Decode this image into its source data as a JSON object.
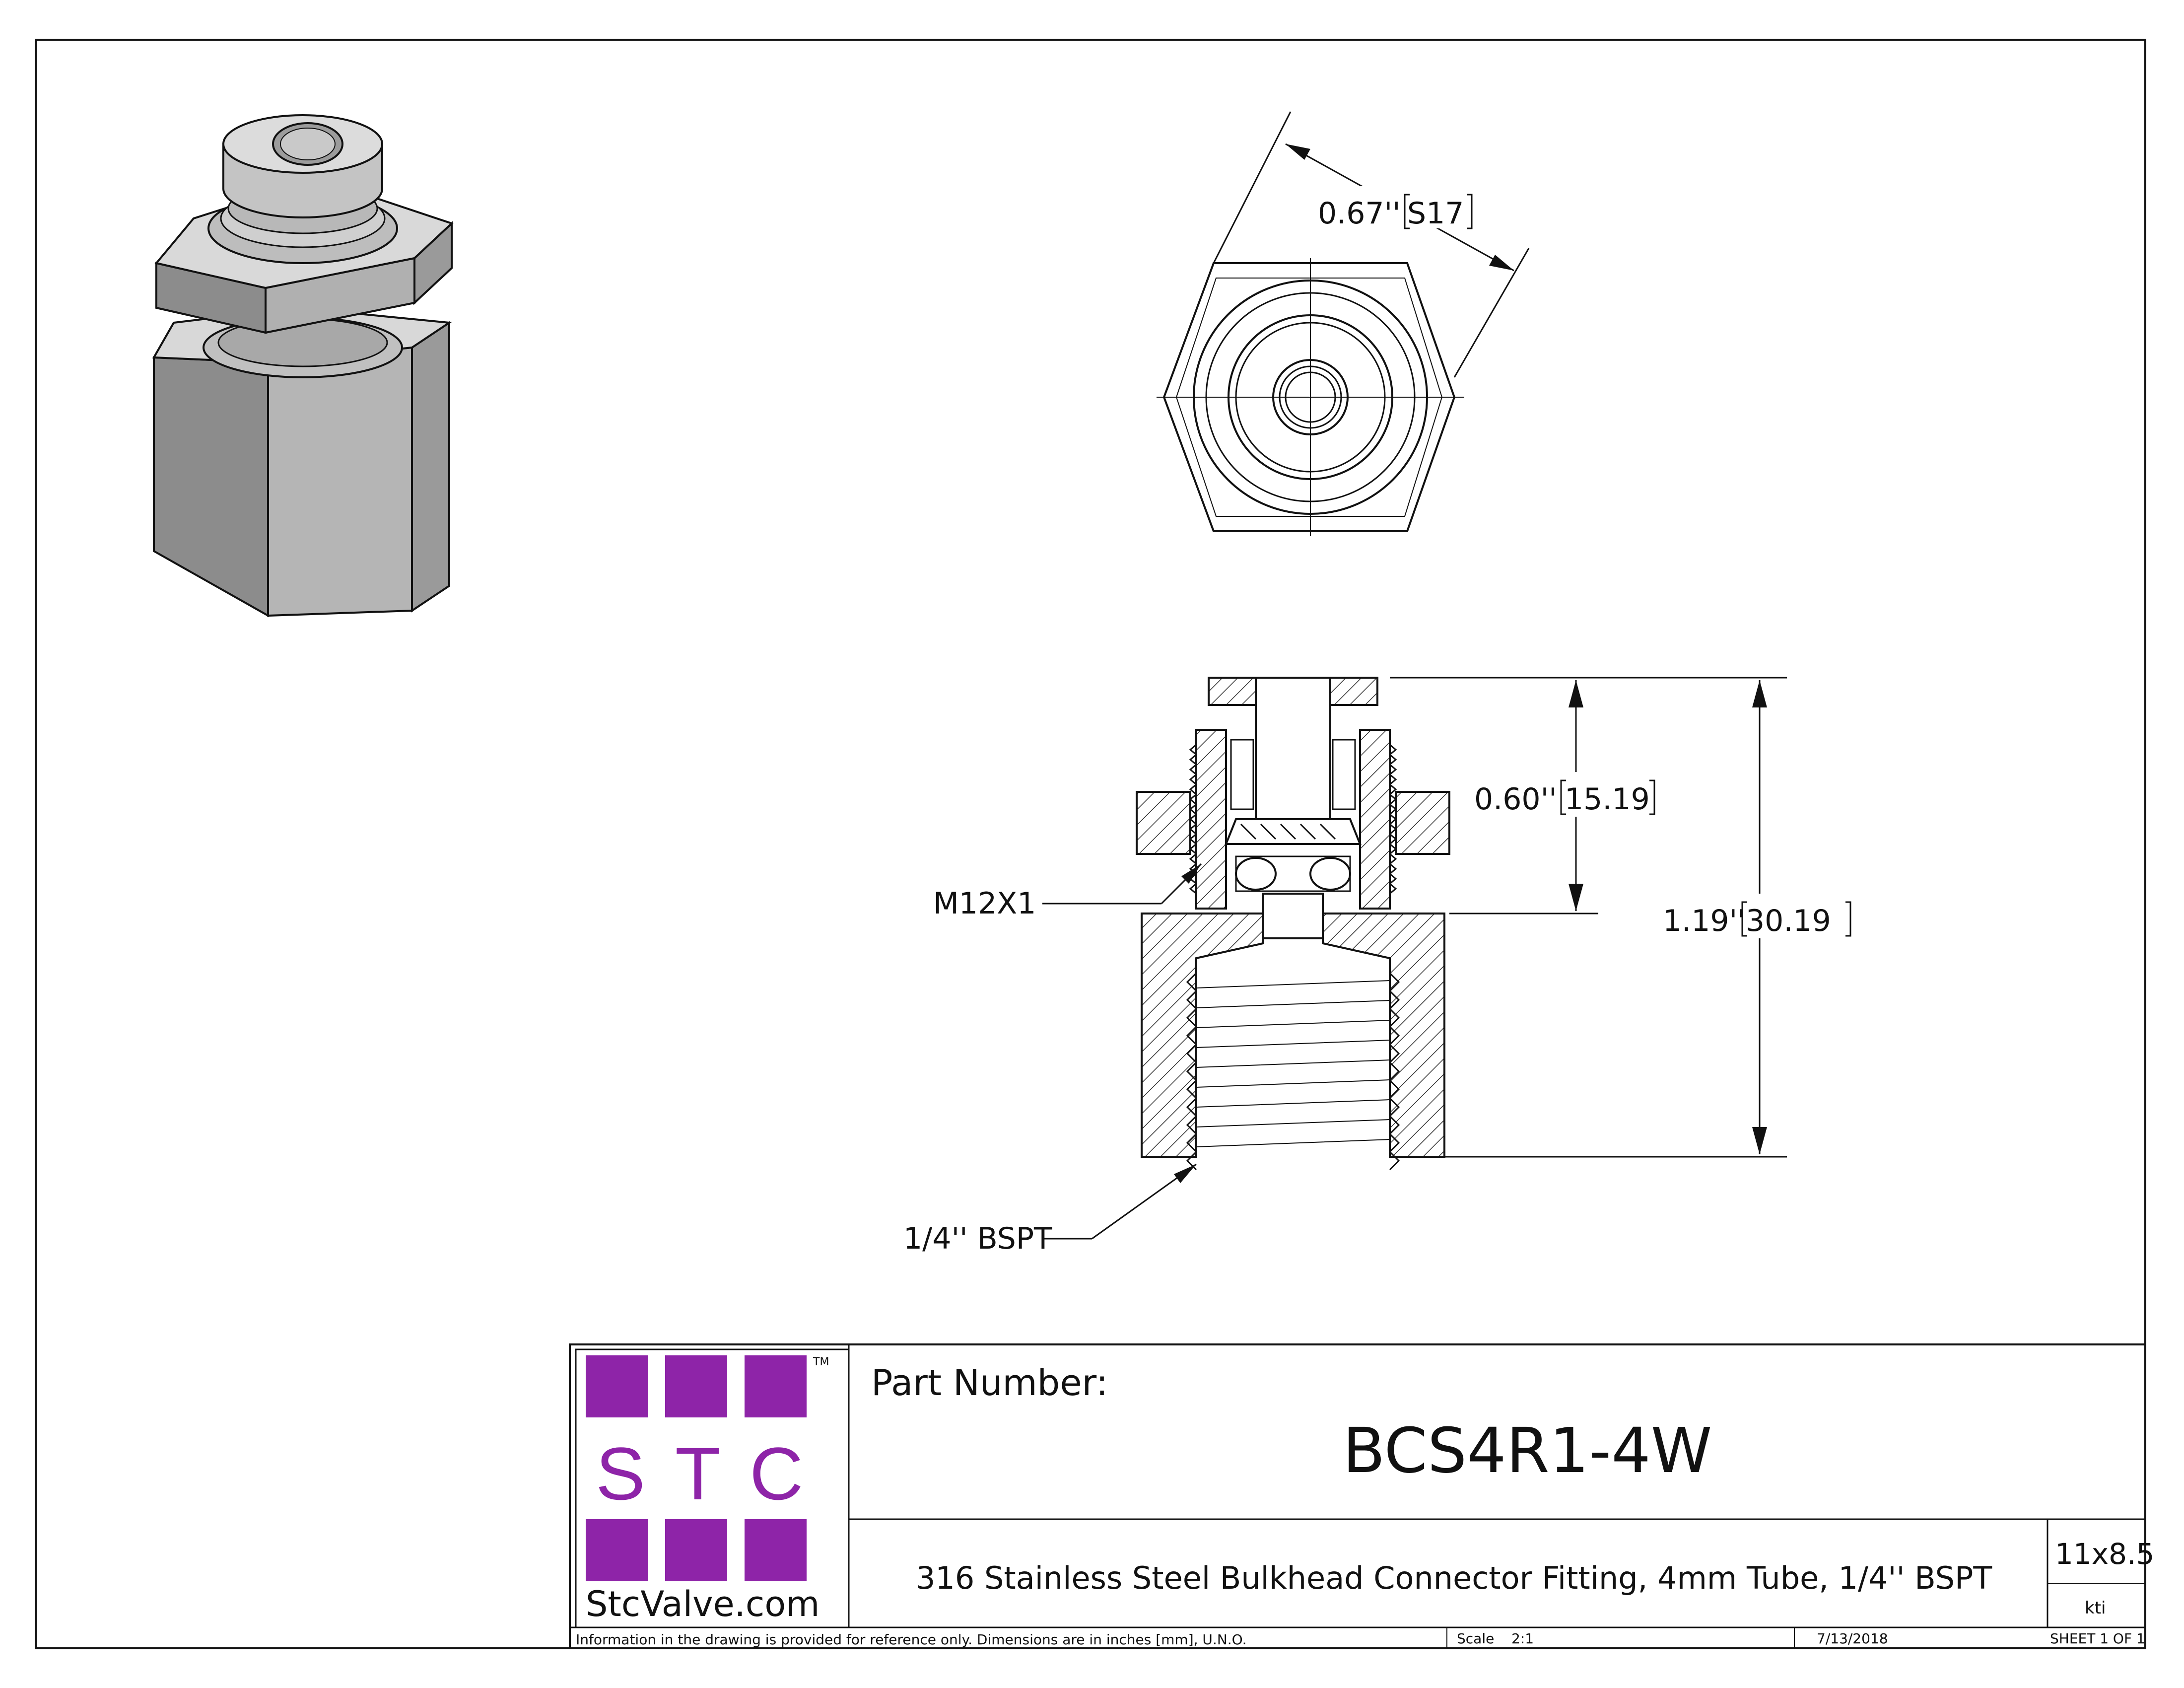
{
  "dimensions": {
    "hex_width": "0.67''",
    "hex_width_mm": "S17",
    "thread_depth": "0.60''",
    "thread_depth_mm": "15.19",
    "overall_length": "1.19''",
    "overall_length_mm": "30.19"
  },
  "callouts": {
    "upper_thread": "M12X1",
    "lower_thread": "1/4'' BSPT"
  },
  "title_block": {
    "logo_letters": [
      "S",
      "T",
      "C"
    ],
    "trademark": "TM",
    "website": "StcValve.com",
    "part_number_label": "Part Number:",
    "part_number": "BCS4R1-4W",
    "description": "316 Stainless Steel Bulkhead Connector Fitting, 4mm Tube, 1/4'' BSPT",
    "sheet_size": "11x8.5",
    "drawn_by": "kti",
    "disclaimer": "Information in the drawing is provided for reference only. Dimensions are in inches [mm], U.N.O.",
    "scale_label": "Scale",
    "scale_value": "2:1",
    "date": "7/13/2018",
    "sheet": "SHEET 1 OF 1"
  },
  "colors": {
    "logo_purple": "#8e24a8",
    "line": "#111111",
    "metal_light": "#d6d6d6",
    "metal_mid": "#b2b2b2",
    "metal_dark": "#8a8a8a"
  }
}
